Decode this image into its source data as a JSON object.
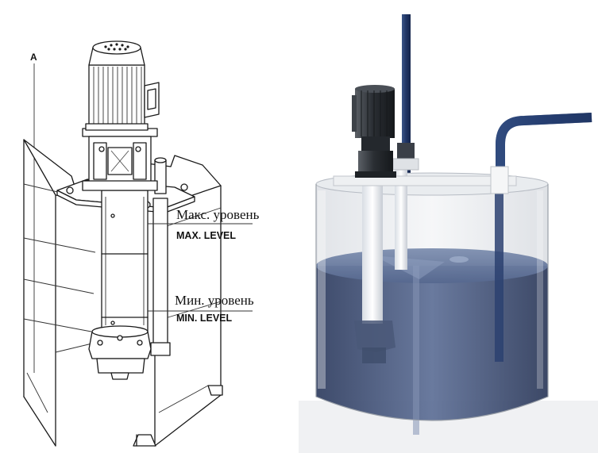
{
  "line_drawing": {
    "marker_a": "A",
    "max_level_ru": "Макс. уровень",
    "max_level_en": "MAX. LEVEL",
    "min_level_ru": "Мин. уровень",
    "min_level_en": "MIN. LEVEL"
  },
  "rendered_tank": {
    "liquid_color": "#3e4f78",
    "pipe_color": "#243a6a",
    "motor_color": "#2f3338"
  }
}
